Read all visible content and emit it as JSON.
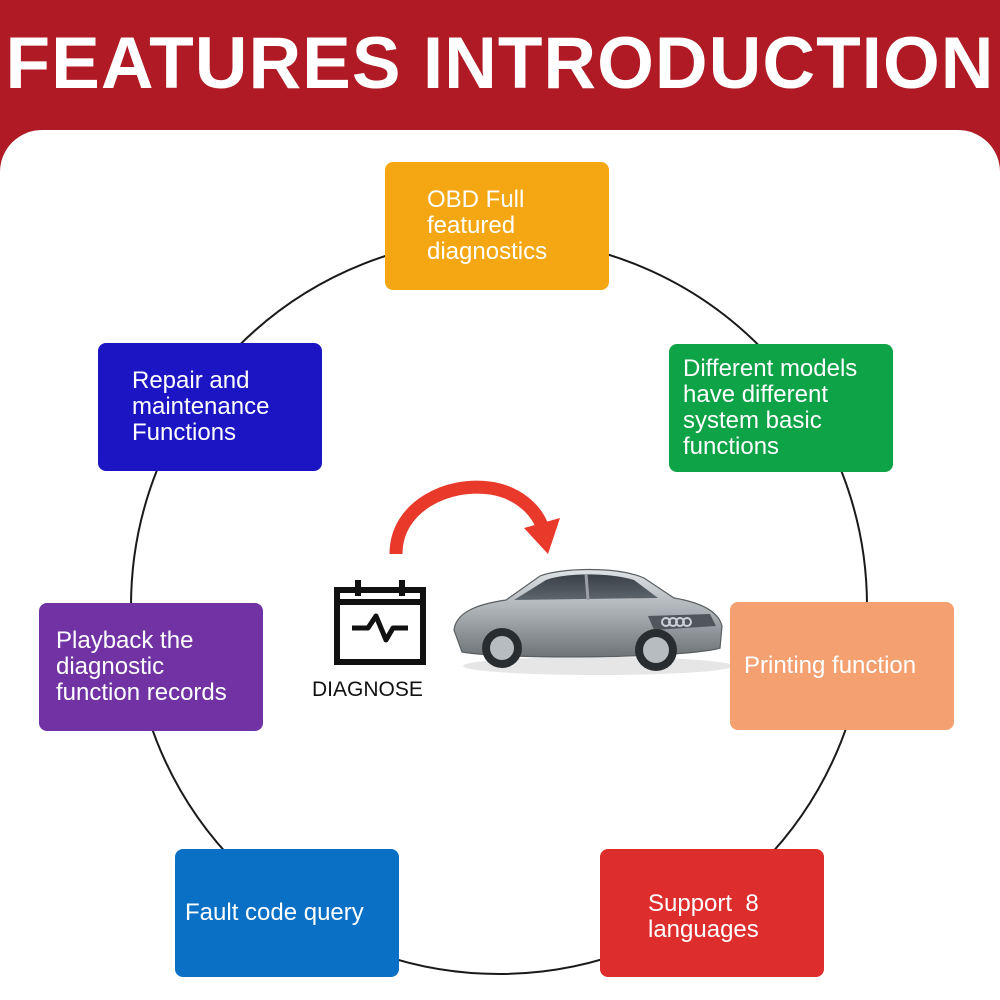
{
  "header": {
    "title": "FEATURES INTRODUCTION"
  },
  "features": {
    "obd": [
      "OBD Full",
      "featured",
      "diagnostics"
    ],
    "models": [
      "Different models",
      "have different",
      "system basic",
      "functions"
    ],
    "printing": [
      "Printing function"
    ],
    "languages": [
      "Support  8",
      "languages"
    ],
    "fault": [
      "Fault code query"
    ],
    "playback": [
      "Playback the",
      "diagnostic",
      "function records"
    ],
    "repair": [
      "Repair and",
      "maintenance",
      "Functions"
    ]
  },
  "center": {
    "label": "DIAGNOSE"
  },
  "colors": {
    "header_bg": "#b01a25",
    "obd": "#f4a712",
    "models": "#0ea346",
    "printing": "#f4a071",
    "languages": "#dd2d2c",
    "fault": "#0a70c5",
    "playback": "#7133a3",
    "repair": "#1b15c3",
    "arrow": "#e8392b"
  },
  "icons": [
    "calendar-pulse-icon",
    "curved-arrow-icon",
    "car-image"
  ]
}
